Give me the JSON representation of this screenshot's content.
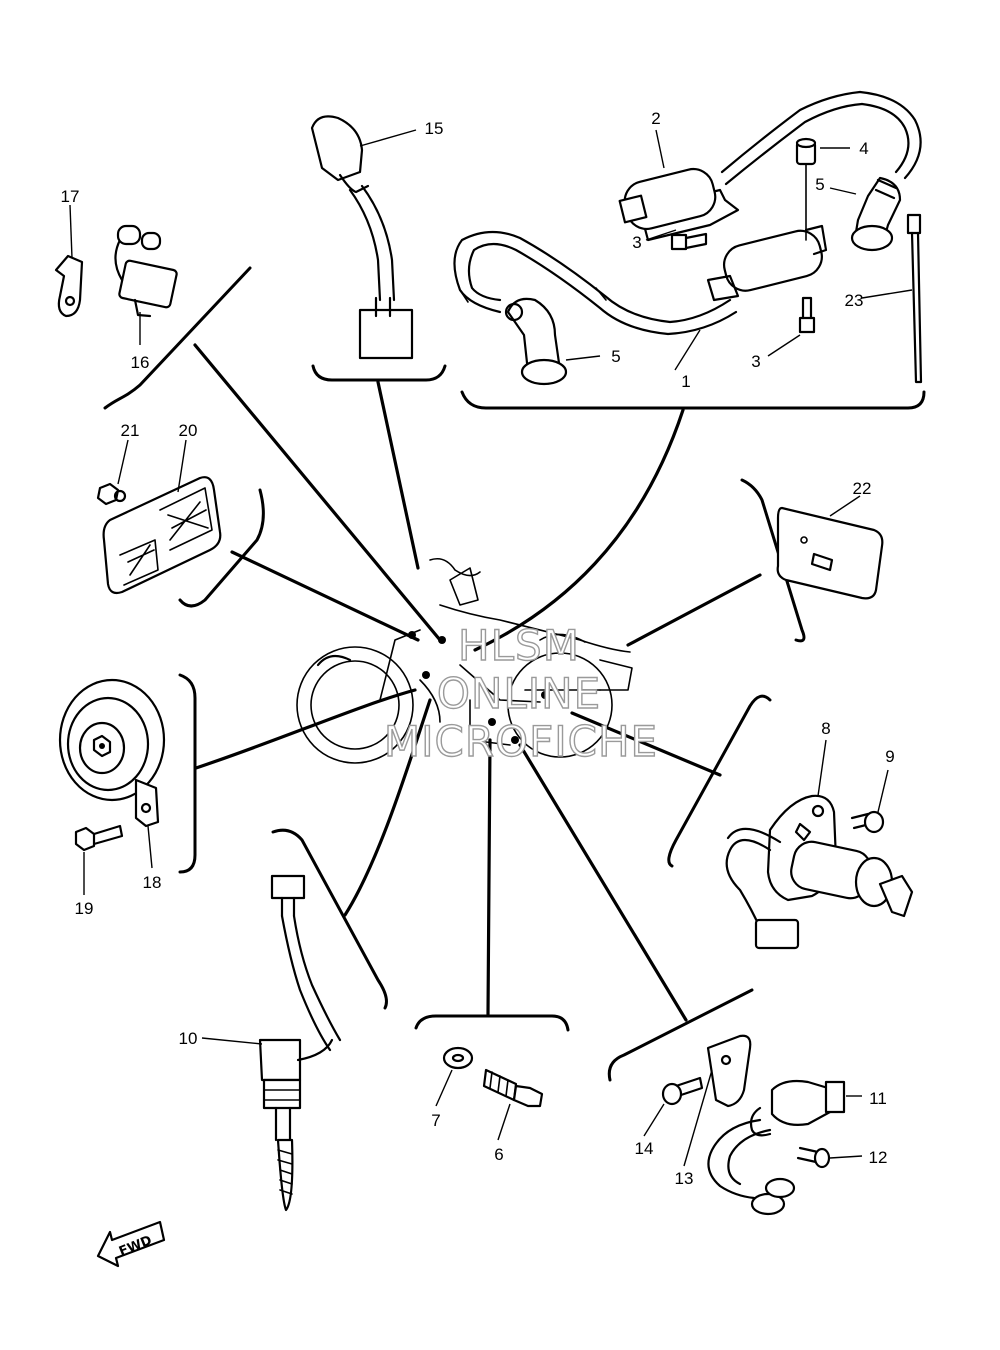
{
  "diagram": {
    "watermark": [
      "HLSM",
      "ONLINE",
      "MICROFICHE"
    ],
    "direction_label": "FWD",
    "callouts": {
      "c1": "1",
      "c2": "2",
      "c3a": "3",
      "c3b": "3",
      "c4": "4",
      "c5a": "5",
      "c5b": "5",
      "c6": "6",
      "c7": "7",
      "c8": "8",
      "c9": "9",
      "c10": "10",
      "c11": "11",
      "c12": "12",
      "c13": "13",
      "c14": "14",
      "c15": "15",
      "c16": "16",
      "c17": "17",
      "c18": "18",
      "c19": "19",
      "c20": "20",
      "c21": "21",
      "c22": "22",
      "c23": "23"
    }
  }
}
